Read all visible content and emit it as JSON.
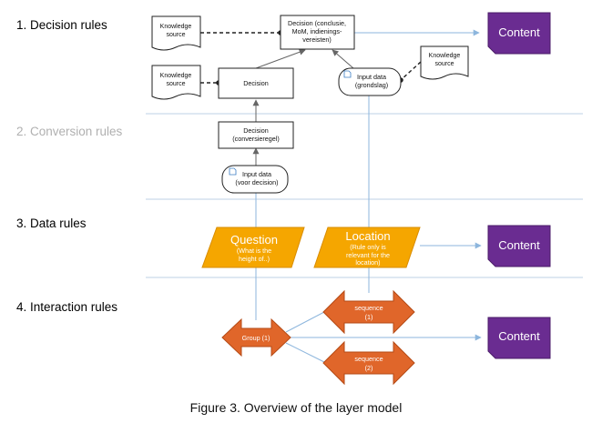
{
  "layers": [
    {
      "id": "decision",
      "label": "1. Decision rules",
      "color": "#000000"
    },
    {
      "id": "conversion",
      "label": "2. Conversion rules",
      "color": "#b0b0b0"
    },
    {
      "id": "data",
      "label": "3. Data rules",
      "color": "#000000"
    },
    {
      "id": "interaction",
      "label": "4. Interaction rules",
      "color": "#000000"
    }
  ],
  "nodes": {
    "ks_top_left": [
      "Knowledge",
      "source"
    ],
    "decision_top": [
      "Decision (conclusie,",
      "MoM, indienings-",
      "vereisten)"
    ],
    "ks_mid_left": [
      "Knowledge",
      "source"
    ],
    "decision_mid": "Decision",
    "input_grondslag": [
      "Input data",
      "(grondslag)"
    ],
    "ks_right": [
      "Knowledge",
      "source"
    ],
    "decision_conv": [
      "Decision",
      "(conversieregel)"
    ],
    "input_voor": [
      "Input data",
      "(voor decision)"
    ],
    "question": {
      "title": "Question",
      "sub": [
        "(What is the",
        "height of..)"
      ]
    },
    "location": {
      "title": "Location",
      "sub": [
        "(Rule only is",
        "relevant for the",
        "location)"
      ]
    },
    "group": "Group (1)",
    "seq1": [
      "sequence",
      "(1)"
    ],
    "seq2": [
      "sequence",
      "(2)"
    ],
    "content1": "Content",
    "content2": "Content",
    "content3": "Content"
  },
  "colors": {
    "content": "#6a2c91",
    "data_shape": "#f5a600",
    "arrow_shape": "#e0662a",
    "connector": "#8db6dd"
  },
  "caption": "Figure 3. Overview of the layer model"
}
